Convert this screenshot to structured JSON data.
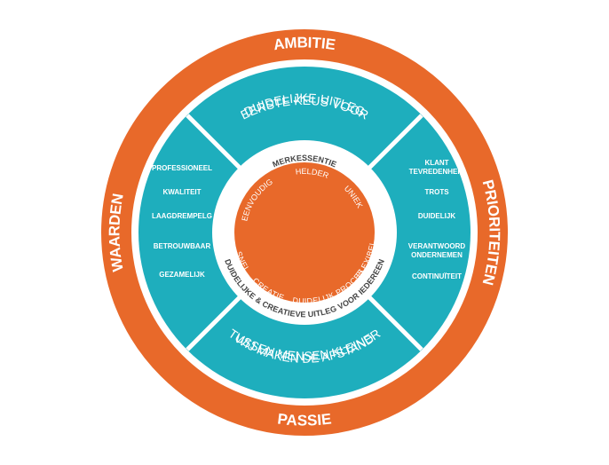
{
  "colors": {
    "orange": "#e8692a",
    "teal": "#1eaebd",
    "dark_text": "#444444",
    "white": "#ffffff"
  },
  "outer_ring": {
    "top": "AMBITIE",
    "bottom": "PASSIE",
    "left": "WAARDEN",
    "right": "PRIORITEITEN"
  },
  "top_segment": {
    "line1": "EERSTE KEUS VOOR",
    "line2": "DUIDELIJKE UITLEG"
  },
  "bottom_segment": {
    "line1": "WIJ MAKEN DE AFSTAND",
    "line2": "TUSSEN MENSEN KLEINER"
  },
  "left_segment": {
    "items": [
      "PROFESSIONEEL",
      "KWALITEIT",
      "LAAGDREMPELG",
      "BETROUWBAAR",
      "GEZAMELIJK"
    ]
  },
  "right_segment": {
    "items": [
      {
        "line1": "KLANT",
        "line2": "TEVREDENHEID"
      },
      {
        "line1": "TROTS",
        "line2": ""
      },
      {
        "line1": "DUIDELIJK",
        "line2": ""
      },
      {
        "line1": "VERANTWOORD",
        "line2": "ONDERNEMEN"
      },
      {
        "line1": "CONTINUÏTEIT",
        "line2": ""
      }
    ]
  },
  "white_ring": {
    "top": "MERKESSENTIE",
    "bottom": "DUIDELIJKE & CREATIEVE UITLEG VOOR IEDEREEN"
  },
  "core": {
    "words": [
      "EENVOUDIG",
      "HELDER",
      "UNIEK",
      "FLEXIBEL",
      "DUIDELIJK PROCES",
      "CREATIE",
      "SNEL"
    ]
  }
}
